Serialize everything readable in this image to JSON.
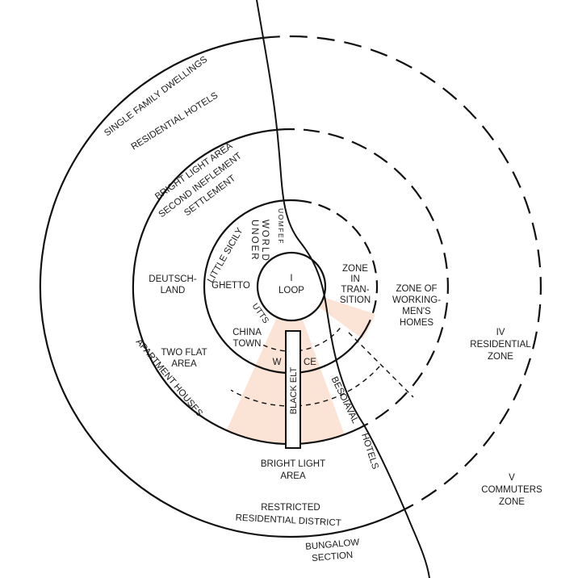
{
  "colors": {
    "ink": "#111111",
    "wedge": "#fbe3d6",
    "background": "#ffffff"
  },
  "labels": {
    "single_family": "SINGLE FAMILY DWELLINGS",
    "residential_hotels": "RESIDENTIAL HOTELS",
    "bright_light_top": "BRIGHT LIGHT AREA",
    "second_settlement_1": "SECOND INEFLEMENT",
    "second_settlement_2": "SETTLEMENT",
    "underworld_col1": "UNOER",
    "underworld_col2": "WORLD",
    "underworld_col3": "UOMFEF",
    "little_sicily": "LITTLE SICILY",
    "deutschland_1": "DEUTSCH-",
    "deutschland_2": "LAND",
    "ghetto": "GHETTO",
    "loop_num": "I",
    "loop": "LOOP",
    "utts": "UTTS",
    "chinatown_1": "CHINA",
    "chinatown_2": "TOWN",
    "transition_1": "ZONE",
    "transition_2": "IN",
    "transition_3": "TRAN-",
    "transition_4": "SITION",
    "working_1": "ZONE OF",
    "working_2": "WORKING-",
    "working_3": "MEN'S",
    "working_4": "HOMES",
    "residential_1": "IV",
    "residential_2": "RESIDENTIAL",
    "residential_3": "ZONE",
    "commuters_1": "V",
    "commuters_2": "COMMUTERS",
    "commuters_3": "ZONE",
    "two_flat_1": "TWO FLAT",
    "two_flat_2": "AREA",
    "apartment_houses": "APARTMENT HOUSES",
    "w": "W",
    "ce": "CE",
    "black_belt": "BLACK ELT",
    "besoiaval": "BESOIAVAL",
    "hotels": "HOTELS",
    "bright_light_1": "BRIGHT LIGHT",
    "bright_light_2": "AREA",
    "restricted_1": "RESTRICTED",
    "restricted_2": "RESIDENTIAL DISTRICT",
    "bungalow_1": "BUNGALOW",
    "bungalow_2": "SECTION"
  }
}
